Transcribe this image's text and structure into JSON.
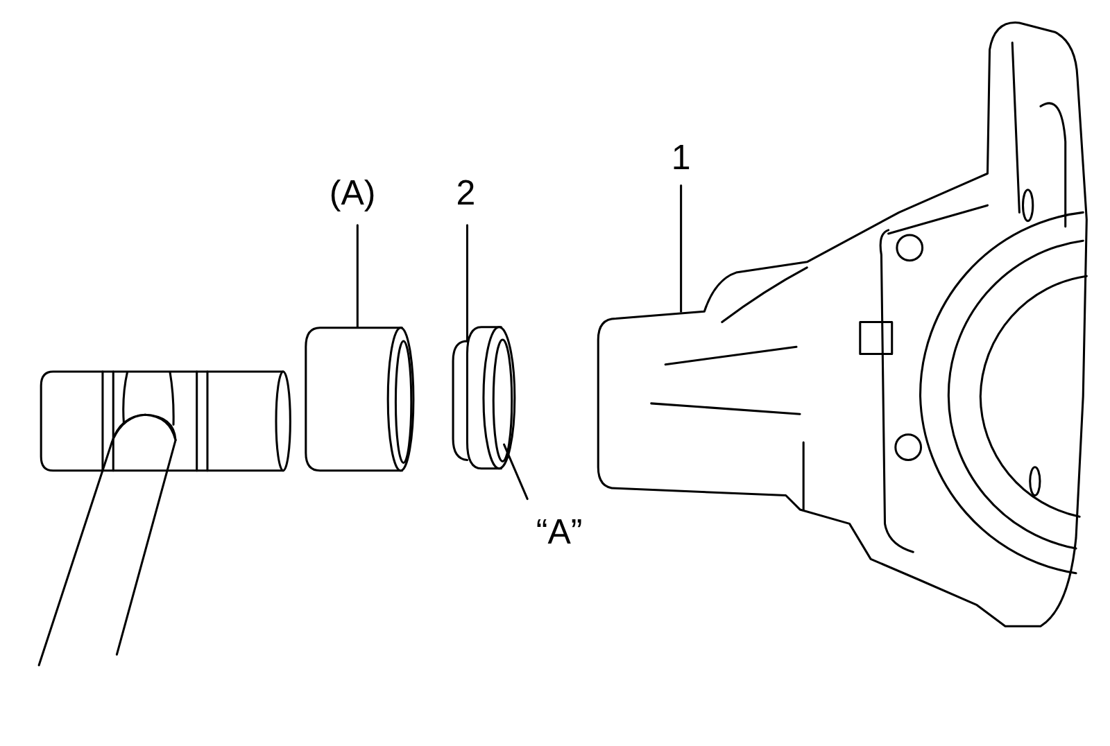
{
  "diagram": {
    "labels": [
      "1",
      "(A)",
      "2",
      "“A”"
    ]
  }
}
